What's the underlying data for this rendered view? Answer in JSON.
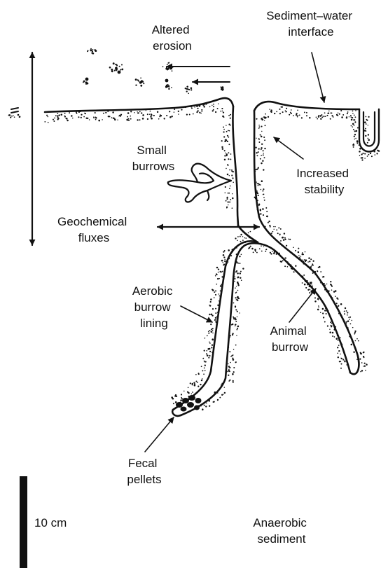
{
  "labels": {
    "altered_erosion": [
      "Altered",
      "erosion"
    ],
    "sediment_water_interface": [
      "Sediment–water",
      "interface"
    ],
    "small_burrows": [
      "Small",
      "burrows"
    ],
    "increased_stability": [
      "Increased",
      "stability"
    ],
    "geochemical_fluxes": [
      "Geochemical",
      "fluxes"
    ],
    "aerobic_burrow_lining": [
      "Aerobic",
      "burrow",
      "lining"
    ],
    "animal_burrow": [
      "Animal",
      "burrow"
    ],
    "fecal_pellets": [
      "Fecal",
      "pellets"
    ],
    "scale": "10 cm",
    "anaerobic_sediment": [
      "Anaerobic",
      "sediment"
    ]
  },
  "colors": {
    "ink": "#111111",
    "background": "#ffffff"
  }
}
